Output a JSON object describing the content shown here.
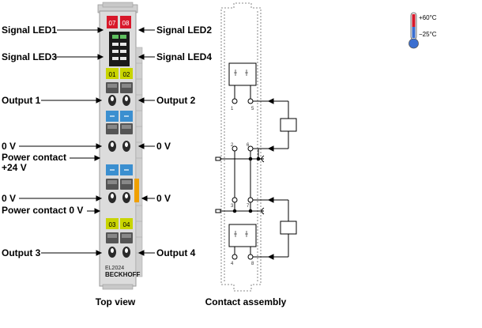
{
  "labels_left": {
    "signal_led1": "Signal LED1",
    "signal_led3": "Signal LED3",
    "output1": "Output 1",
    "zero_v_top": "0 V",
    "power_contact": "Power contact",
    "plus24": "+24 V",
    "zero_v_bottom": "0 V",
    "power_contact_0v": "Power contact 0 V",
    "output3": "Output 3"
  },
  "labels_right": {
    "signal_led2": "Signal LED2",
    "signal_led4": "Signal LED4",
    "output2": "Output 2",
    "zero_v_top": "0 V",
    "zero_v_bottom": "0 V",
    "output4": "Output 4"
  },
  "module": {
    "led_top_left": "07",
    "led_top_right": "08",
    "led_01": "01",
    "led_02": "02",
    "led_03": "03",
    "led_04": "04",
    "model": "EL2024",
    "brand": "BECKHOFF"
  },
  "captions": {
    "top_view": "Top view",
    "contact_assembly": "Contact assembly"
  },
  "temperature": {
    "max": "+60°C",
    "min": "−25°C"
  },
  "schematic": {
    "pin1": "1",
    "pin5": "5",
    "pin2": "2",
    "pin6": "6",
    "pin3": "3",
    "pin7": "7",
    "pin4": "4",
    "pin8": "8"
  },
  "colors": {
    "led_red": "#d8182a",
    "led_yellow": "#c8d400",
    "terminal_blue": "#3b8fd0",
    "module_grey": "#d9d9d9",
    "power_orange": "#f0a000"
  }
}
